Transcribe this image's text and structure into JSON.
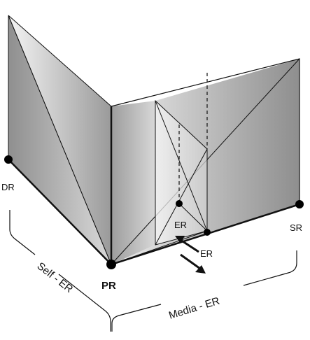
{
  "colors": {
    "background": "#ffffff",
    "panel_dark": "#8f8f8f",
    "panel_mid": "#b8b8b8",
    "panel_light": "#f2f2f2",
    "edge": "#111111"
  },
  "labels": {
    "dr": "DR",
    "pr": "PR",
    "sr": "SR",
    "er_panel": "ER",
    "er_arrow": "ER",
    "self_er": "Self - ER",
    "media_er": "Media - ER"
  }
}
